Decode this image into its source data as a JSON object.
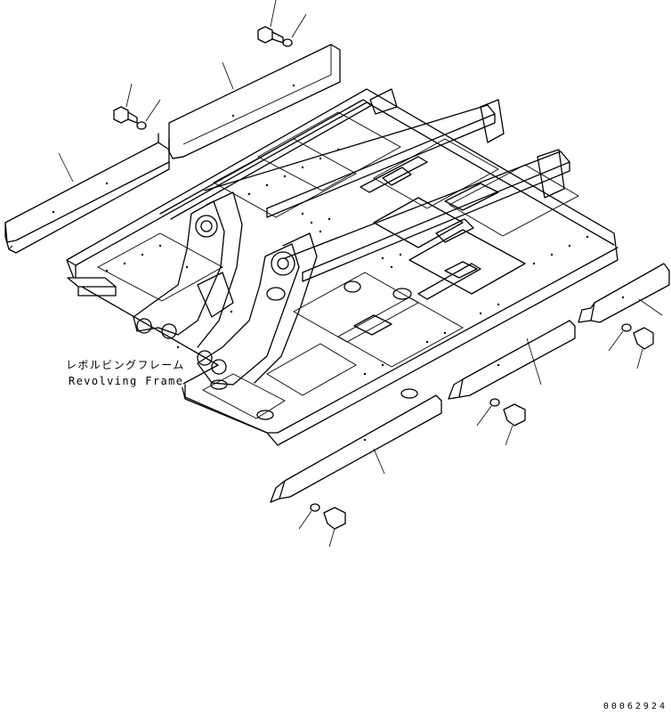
{
  "callout": {
    "name_jp": "レボルビングフレーム",
    "name_en": "Revolving Frame"
  },
  "drawing_number": "00062924",
  "parts": [
    {
      "id": "left-rear-cover",
      "kind": "undercover"
    },
    {
      "id": "left-front-cover",
      "kind": "undercover"
    },
    {
      "id": "right-front-cover",
      "kind": "undercover"
    },
    {
      "id": "right-middle-cover",
      "kind": "undercover"
    },
    {
      "id": "right-rear-cover",
      "kind": "undercover"
    },
    {
      "id": "bolt",
      "kind": "bolt"
    },
    {
      "id": "washer",
      "kind": "washer"
    }
  ]
}
